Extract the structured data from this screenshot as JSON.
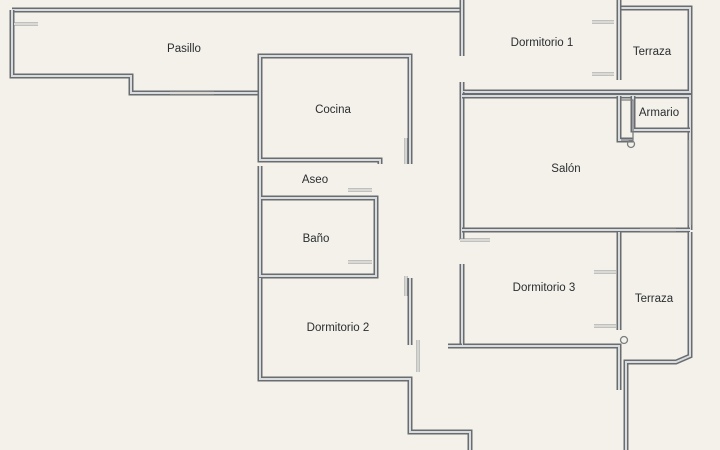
{
  "plan": {
    "rooms": [
      {
        "id": "pasillo",
        "name": "Pasillo"
      },
      {
        "id": "dormitorio1",
        "name": "Dormitorio 1"
      },
      {
        "id": "terraza-norte",
        "name": "Terraza"
      },
      {
        "id": "cocina",
        "name": "Cocina"
      },
      {
        "id": "armario",
        "name": "Armario"
      },
      {
        "id": "salon",
        "name": "Salón"
      },
      {
        "id": "aseo",
        "name": "Aseo"
      },
      {
        "id": "bano",
        "name": "Baño"
      },
      {
        "id": "dormitorio3",
        "name": "Dormitorio 3"
      },
      {
        "id": "terraza-sur",
        "name": "Terraza"
      },
      {
        "id": "dormitorio2",
        "name": "Dormitorio 2"
      }
    ]
  }
}
